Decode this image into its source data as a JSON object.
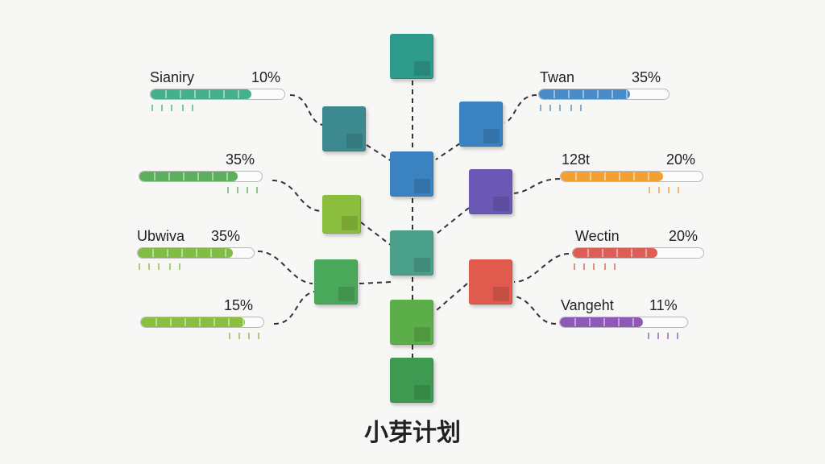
{
  "title": "小芽计划",
  "colors": {
    "teal": "#2e9a8a",
    "slate_teal": "#3c8a90",
    "blue": "#3a82c0",
    "purple": "#6a58b4",
    "lime": "#8cbe3e",
    "green": "#4aa85a",
    "leaf_green": "#5cae48",
    "dark_green": "#3e9a50",
    "red": "#e05a4e",
    "orange": "#f0a030",
    "bar_blue": "#4a8cc8",
    "bar_red": "#de5d55",
    "bar_purple": "#8e58b8",
    "bar_green": "#5cae50",
    "bar_lime": "#86ba3e"
  },
  "progress_items": [
    {
      "id": "left-1",
      "label": "Sianiry",
      "percent_text": "10%",
      "fill": 0.75,
      "color": "#44b08c"
    },
    {
      "id": "left-2",
      "label": "",
      "percent_text": "35%",
      "fill": 0.8,
      "color": "#5cb05c"
    },
    {
      "id": "left-3",
      "label": "Ubwiva",
      "percent_text": "35%",
      "fill": 0.82,
      "color": "#82bc44"
    },
    {
      "id": "left-4",
      "label": "",
      "percent_text": "15%",
      "fill": 0.85,
      "color": "#8cbe3e"
    },
    {
      "id": "right-1",
      "label": "Twan",
      "percent_text": "35%",
      "fill": 0.7,
      "color": "#4a8cc8"
    },
    {
      "id": "right-2",
      "label": "128t",
      "percent_text": "20%",
      "fill": 0.72,
      "color": "#f2a032"
    },
    {
      "id": "right-3",
      "label": "Wectin",
      "percent_text": "20%",
      "fill": 0.65,
      "color": "#de5d55"
    },
    {
      "id": "right-4",
      "label": "Vangeht",
      "percent_text": "11%",
      "fill": 0.65,
      "color": "#8e58b8"
    }
  ]
}
